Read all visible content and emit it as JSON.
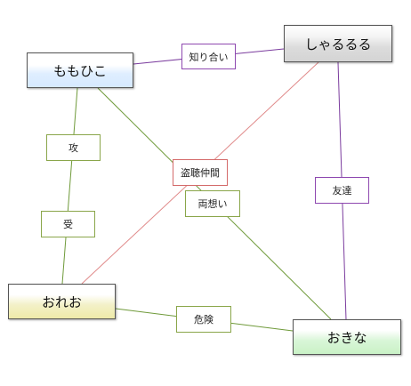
{
  "nodes": {
    "momohiko": "ももひこ",
    "sharururu": "しゃるるる",
    "oreo": "おれお",
    "okina": "おきな"
  },
  "edges": {
    "chiriai": "知り合い",
    "kou": "攻",
    "tochou": "盗聴仲間",
    "ryouomoi": "両想い",
    "tomodachi": "友達",
    "uke": "受",
    "kiken": "危険"
  },
  "colors": {
    "purple_edge": "#7b3c9e",
    "green_edge": "#6f9a3a",
    "pink_edge": "#e08a8a"
  }
}
